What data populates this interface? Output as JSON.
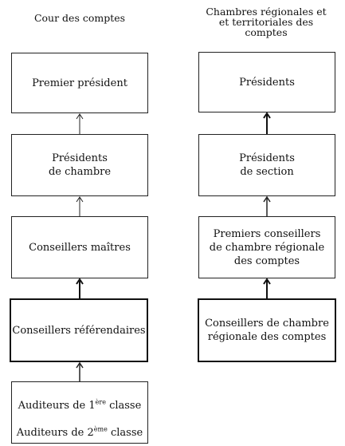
{
  "left_column": {
    "title": "Cour des comptes",
    "boxes": [
      "Premier président",
      "Présidents\nde chambre",
      "Conseillers maîtres",
      "Conseillers référendaires"
    ],
    "bottom_box": {
      "line1_prefix": "Auditeurs de 1",
      "line1_sup": "ère",
      "line1_suffix": " classe",
      "line2_prefix": "Auditeurs de 2",
      "line2_sup": "ème",
      "line2_suffix": " classe"
    }
  },
  "right_column": {
    "title": "Chambres régionales et\net territoriales des\ncomptes",
    "boxes": [
      "Présidents",
      "Présidents\nde section",
      "Premiers conseillers\nde chambre régionale\ndes comptes",
      "Conseillers de chambre\nrégionale des comptes"
    ]
  }
}
